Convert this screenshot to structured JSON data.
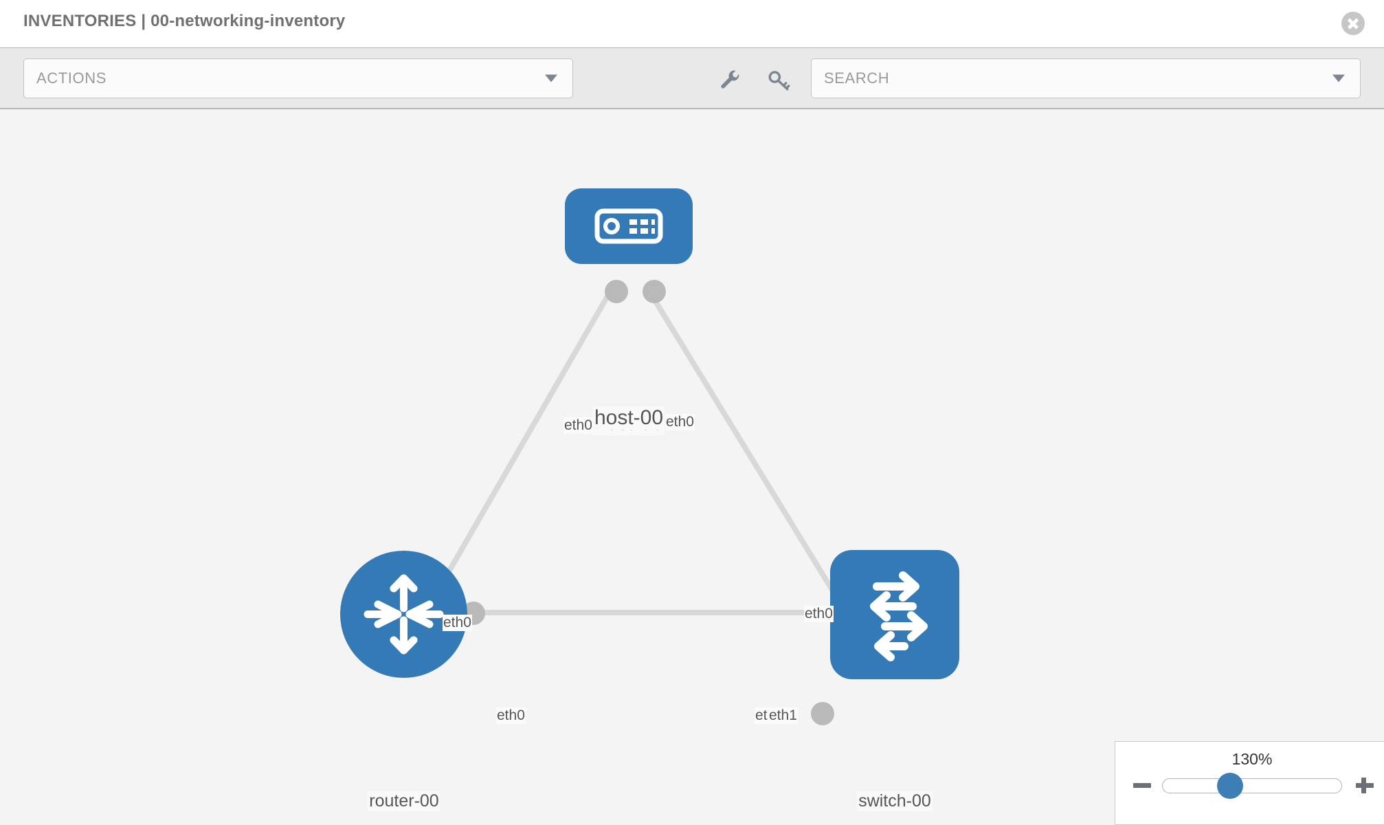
{
  "header": {
    "title": "INVENTORIES | 00-networking-inventory",
    "close_icon": "close-icon"
  },
  "toolbar": {
    "actions_label": "ACTIONS",
    "search_placeholder": "SEARCH",
    "wrench_icon": "wrench-icon",
    "key_icon": "key-icon"
  },
  "topology": {
    "nodes": [
      {
        "id": "host-00",
        "label": "host-00",
        "type": "host"
      },
      {
        "id": "router-00",
        "label": "router-00",
        "type": "router"
      },
      {
        "id": "switch-00",
        "label": "switch-00",
        "type": "switch"
      }
    ],
    "edges": [
      {
        "from": "host-00",
        "to": "router-00",
        "from_interface": "eth0",
        "to_interface": "eth0"
      },
      {
        "from": "host-00",
        "to": "switch-00",
        "from_interface": "eth0",
        "to_interface": "eth0"
      },
      {
        "from": "router-00",
        "to": "switch-00",
        "from_interface": "eth0",
        "to_interface": "eth1"
      }
    ],
    "interface_labels": {
      "host_left": "eth0",
      "host_right": "eth0",
      "router_up": "eth0",
      "switch_up": "eth0",
      "router_right": "eth0",
      "switch_left_back": "eth0",
      "switch_left_front": "eth1"
    }
  },
  "zoom_control": {
    "percent": "130%",
    "minus_label": "−",
    "plus_label": "+"
  },
  "colors": {
    "node_blue": "#337ab7",
    "accent_blue": "#3d7fb4",
    "canvas_bg": "#f4f4f4",
    "toolbar_bg": "#e9e9e9",
    "edge_gray": "#d5d5d5",
    "nub_gray": "#b9b9b9"
  }
}
